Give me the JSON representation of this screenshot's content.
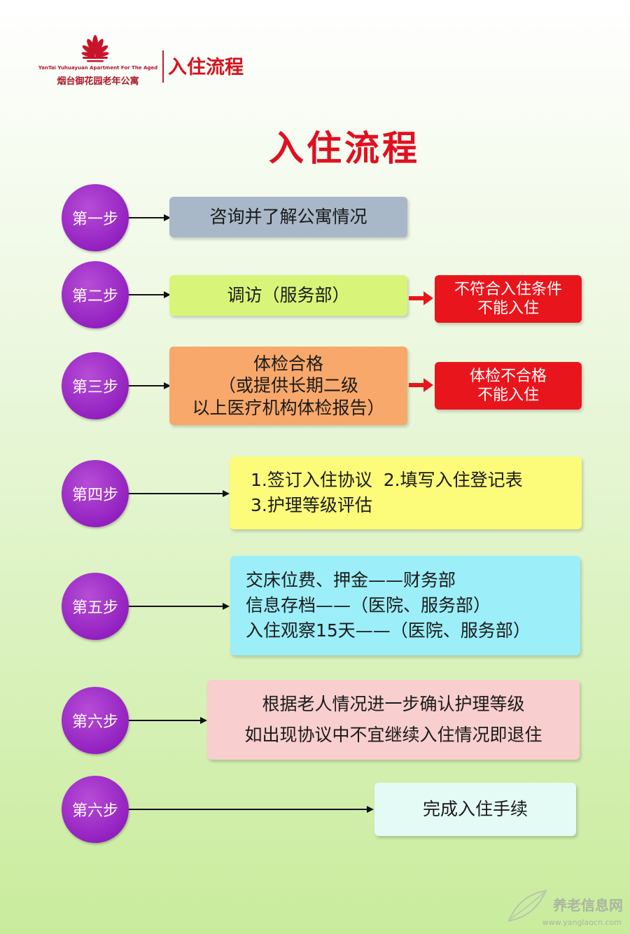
{
  "logo": {
    "org_en": "YanTai Yuhuayuan Apartment For The Aged",
    "org_cn": "烟台御花园老年公寓",
    "header_title": "入住流程"
  },
  "title": "入住流程",
  "steps": [
    {
      "label": "第一步",
      "lines": [
        "咨询并了解公寓情况"
      ],
      "color": "#a8b8c8"
    },
    {
      "label": "第二步",
      "lines": [
        "调访（服务部）"
      ],
      "color": "#d8f57a",
      "side": [
        "不符合入住条件",
        "不能入住"
      ]
    },
    {
      "label": "第三步",
      "lines": [
        "体检合格",
        "（或提供长期二级",
        "以上医疗机构体检报告）"
      ],
      "color": "#f7a86a",
      "side": [
        "体检不合格",
        "不能入住"
      ]
    },
    {
      "label": "第四步",
      "lines": [
        "1.签订入住协议  2.填写入住登记表",
        "3.护理等级评估"
      ],
      "color": "#fcfb7a"
    },
    {
      "label": "第五步",
      "lines": [
        "交床位费、押金——财务部",
        "信息存档——（医院、服务部）",
        "入住观察15天——（医院、服务部）"
      ],
      "color": "#9ceef8"
    },
    {
      "label": "第六步",
      "lines": [
        "根据老人情况进一步确认护理等级",
        "如出现协议中不宜继续入住情况即退住"
      ],
      "color": "#f8cece"
    },
    {
      "label": "第六步",
      "lines": [
        "完成入住手续"
      ],
      "color": "#e4fbf5"
    }
  ],
  "watermark": {
    "text": "养老信息网",
    "url": "www.yanglaocn.com"
  },
  "colors": {
    "title_red": "#e01020",
    "circle_purple": "#9321c0",
    "reject_red": "#e8161c"
  }
}
